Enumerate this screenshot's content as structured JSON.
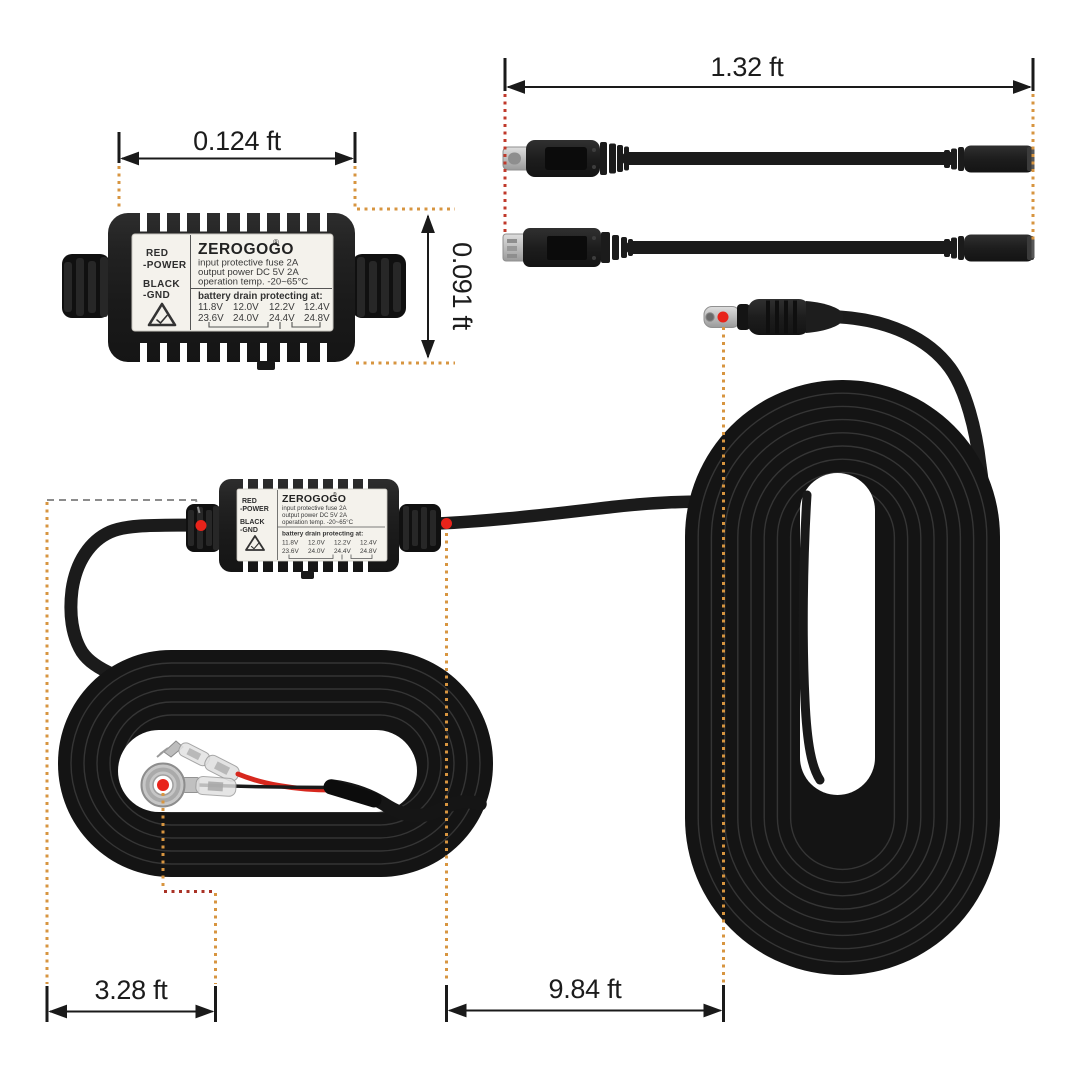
{
  "dimensions": {
    "module_width_label": "0.124 ft",
    "module_height_label": "0.091 ft",
    "adapter_cable_label": "1.32 ft",
    "ground_lead_label": "3.28 ft",
    "main_cable_label": "9.84 ft"
  },
  "module_label": {
    "wire_red": "RED",
    "wire_red_role": "-POWER",
    "wire_black": "BLACK",
    "wire_black_role": "-GND",
    "brand": "ZEROGOGO",
    "reg_mark": "®",
    "spec_line1": "input protective fuse 2A",
    "spec_line2": "output power DC 5V 2A",
    "spec_line3": "operation temp. -20~65°C",
    "battery_heading": "battery drain protecting at:",
    "volts_row1": [
      "11.8V",
      "12.0V",
      "12.2V",
      "12.4V"
    ],
    "volts_row2": [
      "23.6V",
      "24.0V",
      "24.4V",
      "24.8V"
    ]
  },
  "colors": {
    "guide_orange": "#D79540",
    "guide_red": "#C0392B",
    "guide_dark_red": "#A93226",
    "guide_gray": "#8C8C8C",
    "marker_red": "#E8231A",
    "wire_red": "#D7281E",
    "dimension_black": "#1A1A1A",
    "label_bg": "#F4F2EC"
  }
}
